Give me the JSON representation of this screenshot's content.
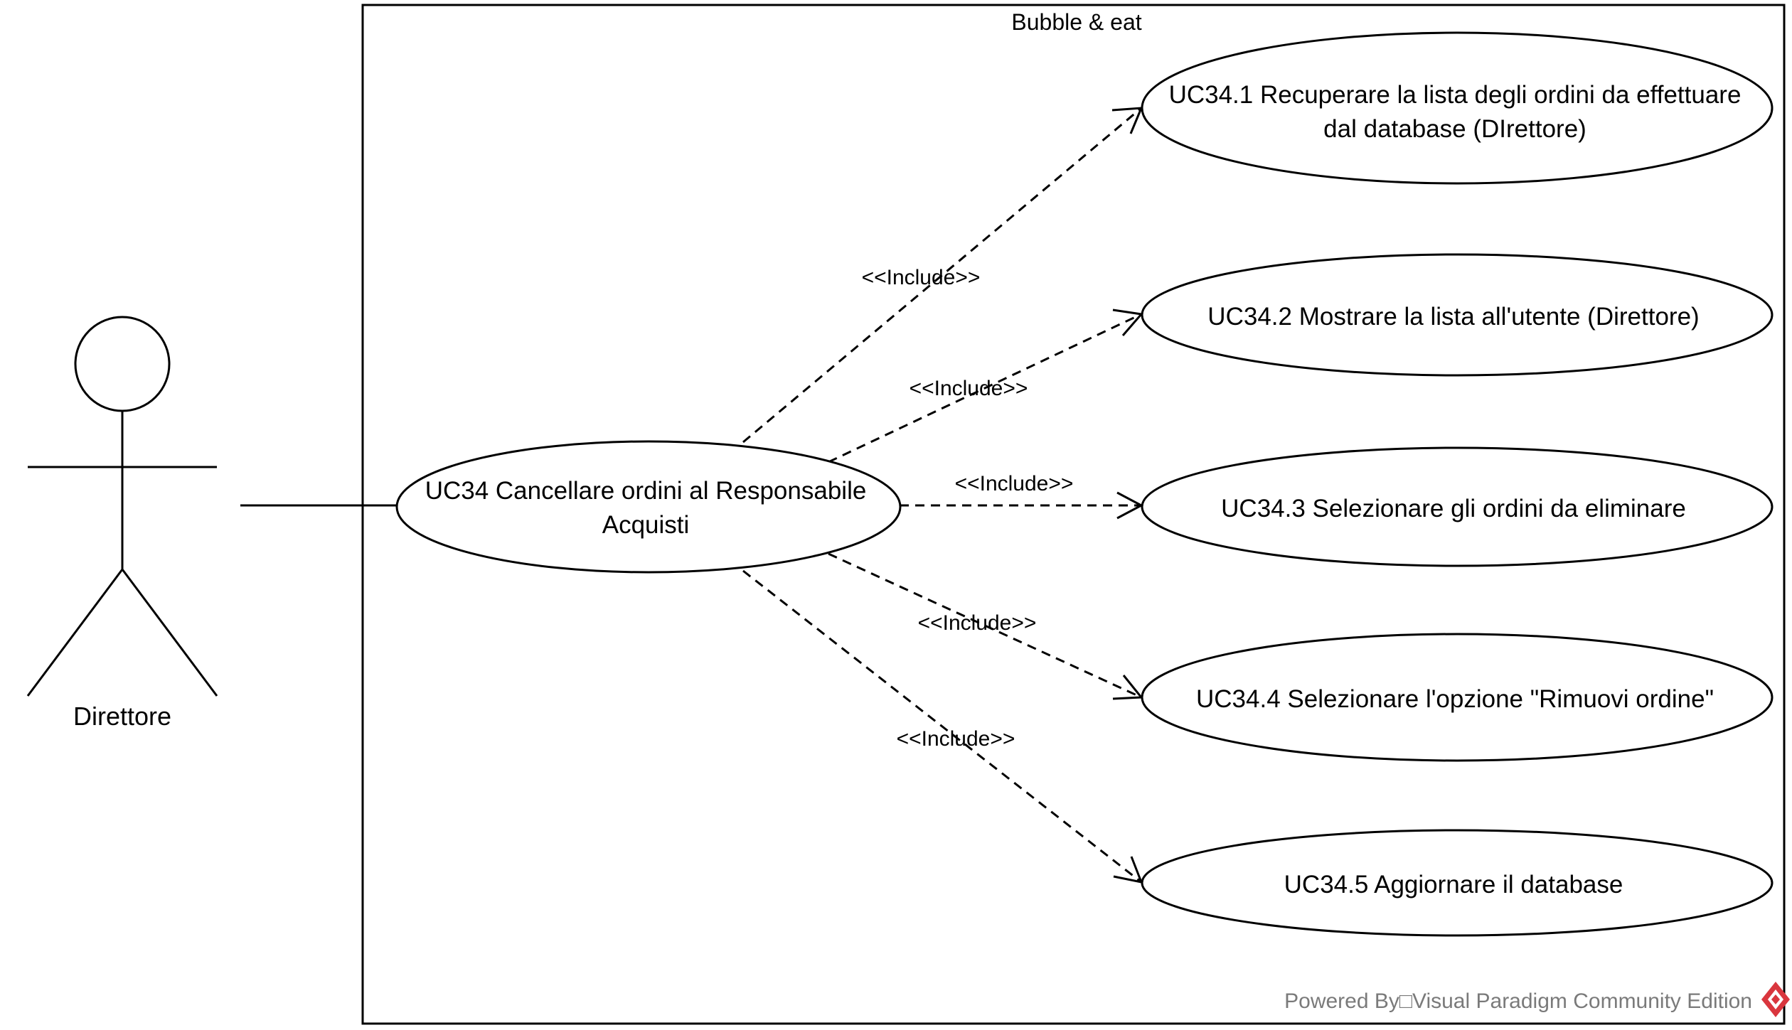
{
  "system": {
    "title": "Bubble & eat"
  },
  "actor": {
    "name": "Direttore"
  },
  "main_use_case": {
    "line1": "UC34 Cancellare ordini al Responsabile",
    "line2": "Acquisti"
  },
  "included_use_cases": [
    {
      "line1": "UC34.1 Recuperare la lista degli ordini da effettuare",
      "line2": "dal database (DIrettore)"
    },
    {
      "line1": "UC34.2 Mostrare la lista all'utente (Direttore)",
      "line2": ""
    },
    {
      "line1": "UC34.3 Selezionare gli ordini da eliminare",
      "line2": ""
    },
    {
      "line1": "UC34.4 Selezionare l'opzione \"Rimuovi ordine\"",
      "line2": ""
    },
    {
      "line1": "UC34.5 Aggiornare il database",
      "line2": ""
    }
  ],
  "relationships": [
    {
      "label": "<<Include>>"
    },
    {
      "label": "<<Include>>"
    },
    {
      "label": "<<Include>>"
    },
    {
      "label": "<<Include>>"
    },
    {
      "label": "<<Include>>"
    }
  ],
  "watermark": {
    "text": "Powered By□Visual Paradigm Community Edition",
    "logo_color": "#d9363e"
  }
}
